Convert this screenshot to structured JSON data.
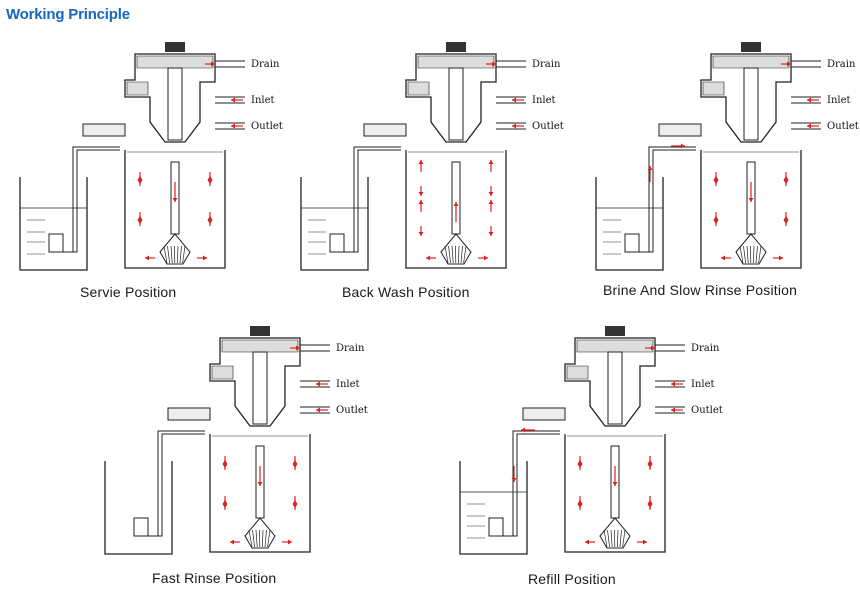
{
  "heading": {
    "text": "Working Principle",
    "color": "#1565c0"
  },
  "colors": {
    "arrow": "#e02020",
    "line": "#222222"
  },
  "port_labels": {
    "drain": "Drain",
    "inlet": "Inlet",
    "outlet": "Outlet"
  },
  "panels": [
    {
      "caption": "Servie Position",
      "has_brine_tank": true,
      "brine_level": true,
      "flow": "service"
    },
    {
      "caption": "Back Wash Position",
      "has_brine_tank": true,
      "brine_level": true,
      "flow": "backwash"
    },
    {
      "caption": "Brine And Slow Rinse Position",
      "has_brine_tank": true,
      "brine_level": true,
      "flow": "brine"
    },
    {
      "caption": "Fast Rinse Position",
      "has_brine_tank": true,
      "brine_level": false,
      "flow": "fastrinse"
    },
    {
      "caption": "Refill Position",
      "has_brine_tank": true,
      "brine_level": true,
      "flow": "refill"
    }
  ]
}
